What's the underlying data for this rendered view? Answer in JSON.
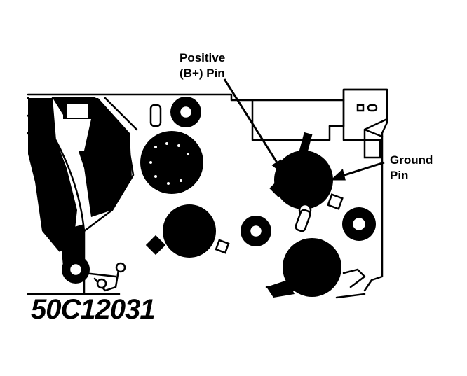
{
  "labels": {
    "positive_line1": "Positive",
    "positive_line2": "(B+) Pin",
    "ground_line1": "Ground",
    "ground_line2": "Pin",
    "part_number": "50C12031"
  },
  "colors": {
    "ink": "#000000",
    "paper": "#ffffff"
  }
}
